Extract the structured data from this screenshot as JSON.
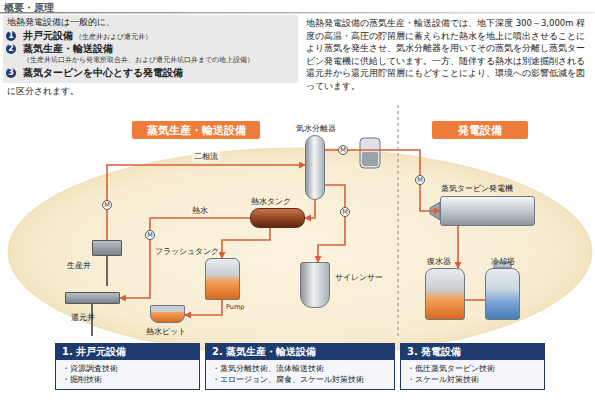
{
  "diagram": {
    "title": "概要・原理",
    "nodes": [
      {
        "text": [
          "井戸元設備",
          "（生産井および還元井）",
          "蒸気生産・輸送設備",
          "（生産井坑口弁から発電所取合弁、および還元井坑口弁までの地上設備）",
          "蒸気タービンを中心とする発電設備"
        ]
      },
      {
        "text": [
          "蒸気生産・輸送設備"
        ]
      },
      {
        "text": [
          "発電設備"
        ]
      },
      {
        "text": [
          "気水分離器"
        ]
      },
      {
        "text": [
          "熱水タンク"
        ]
      },
      {
        "text": [
          "フラッシュタンク"
        ]
      },
      {
        "text": [
          "サイレンサー"
        ]
      },
      {
        "text": [
          "生産井"
        ]
      },
      {
        "text": [
          "還元井"
        ]
      },
      {
        "text": [
          "熱水ピット"
        ]
      },
      {
        "text": [
          "蒸気タービン発電機"
        ]
      },
      {
        "text": [
          "復水器"
        ]
      },
      {
        "text": [
          "冷却塔"
        ]
      },
      {
        "text": [
          "1. 井戸元設備",
          "・資源調査技術",
          "・掘削技術"
        ]
      },
      {
        "text": [
          "2. 蒸気生産・輸送設備",
          "・蒸気分離技術、流体輸送技術",
          "・エロージョン、腐食、スケール対策技術"
        ]
      },
      {
        "text": [
          "3. 発電設備",
          "・低圧蒸気タービン技術",
          "・スケール対策技術"
        ]
      }
    ],
    "edges": [
      {
        "from": 7,
        "to": 3,
        "label": "二相流",
        "arrow": "to"
      },
      {
        "from": 3,
        "to": 4,
        "arrow": "to"
      },
      {
        "from": 4,
        "to": 8,
        "label": "熱水",
        "arrow": "to"
      },
      {
        "from": 4,
        "to": 5,
        "arrow": "to"
      },
      {
        "from": 5,
        "to": 9,
        "arrow": "to"
      },
      {
        "from": 3,
        "to": 6,
        "arrow": "to"
      },
      {
        "from": 3,
        "to": 10,
        "arrow": "to"
      },
      {
        "from": 10,
        "to": 11,
        "arrow": "to"
      },
      {
        "from": 11,
        "to": 12,
        "arrow": "none"
      }
    ],
    "labels": [
      "地熱発電設備は一般的に、",
      "1",
      "2",
      "3",
      "に区分されます。",
      "地熱発電設備の蒸気生産・輸送設備では、地下深度 300～3,000m 程度の高温・高圧の貯留層に蓄えられた熱水を地上に噴出させることにより蒸気を発生させ、気水分離器を用いてその蒸気を分離し蒸気タービン発電機に供給しています。一方、随伴する熱水は別途掘削される還元井から還元用貯留層にもどすことにより、環境への影響低減を図っています。",
      "M",
      "M",
      "M",
      "M",
      "M",
      "Pump"
    ]
  }
}
